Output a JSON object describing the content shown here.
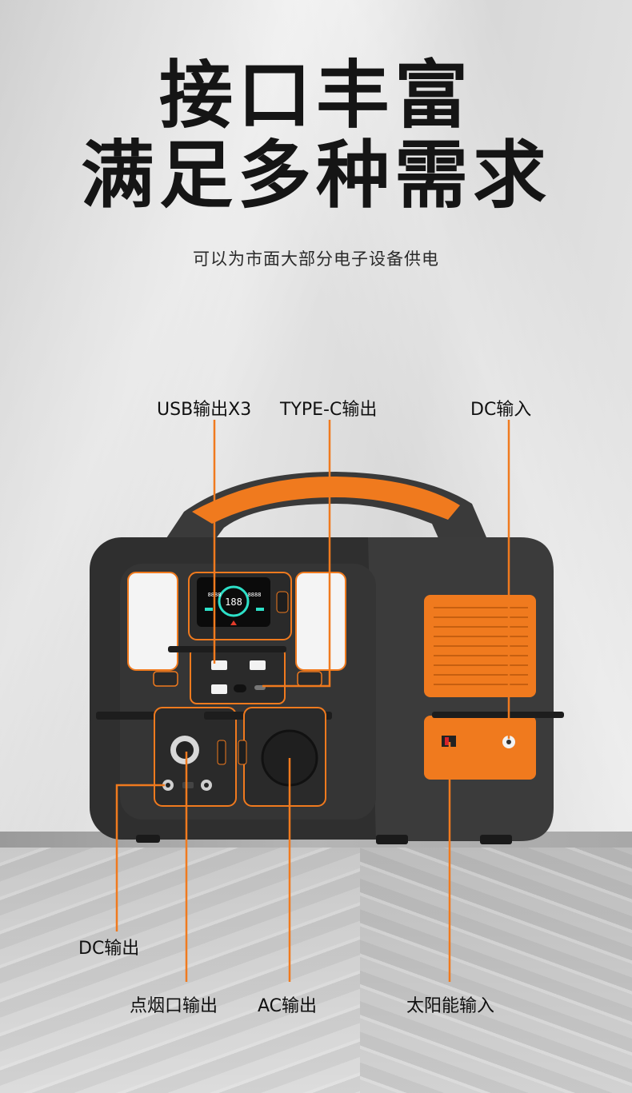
{
  "headline": {
    "line1": "接口丰富",
    "line2": "满足多种需求",
    "subtitle": "可以为市面大部分电子设备供电"
  },
  "labels": {
    "usb_out": "USB输出X3",
    "type_c_out": "TYPE-C输出",
    "dc_in": "DC输入",
    "dc_out": "DC输出",
    "cigarette_out": "点烟口输出",
    "ac_out": "AC输出",
    "solar_in": "太阳能输入"
  },
  "display": {
    "center_reading": "188",
    "left_reading": "8888",
    "right_reading": "8888"
  },
  "colors": {
    "accent": "#f07a1e",
    "body": "#3a3a3a",
    "text": "#111111"
  }
}
